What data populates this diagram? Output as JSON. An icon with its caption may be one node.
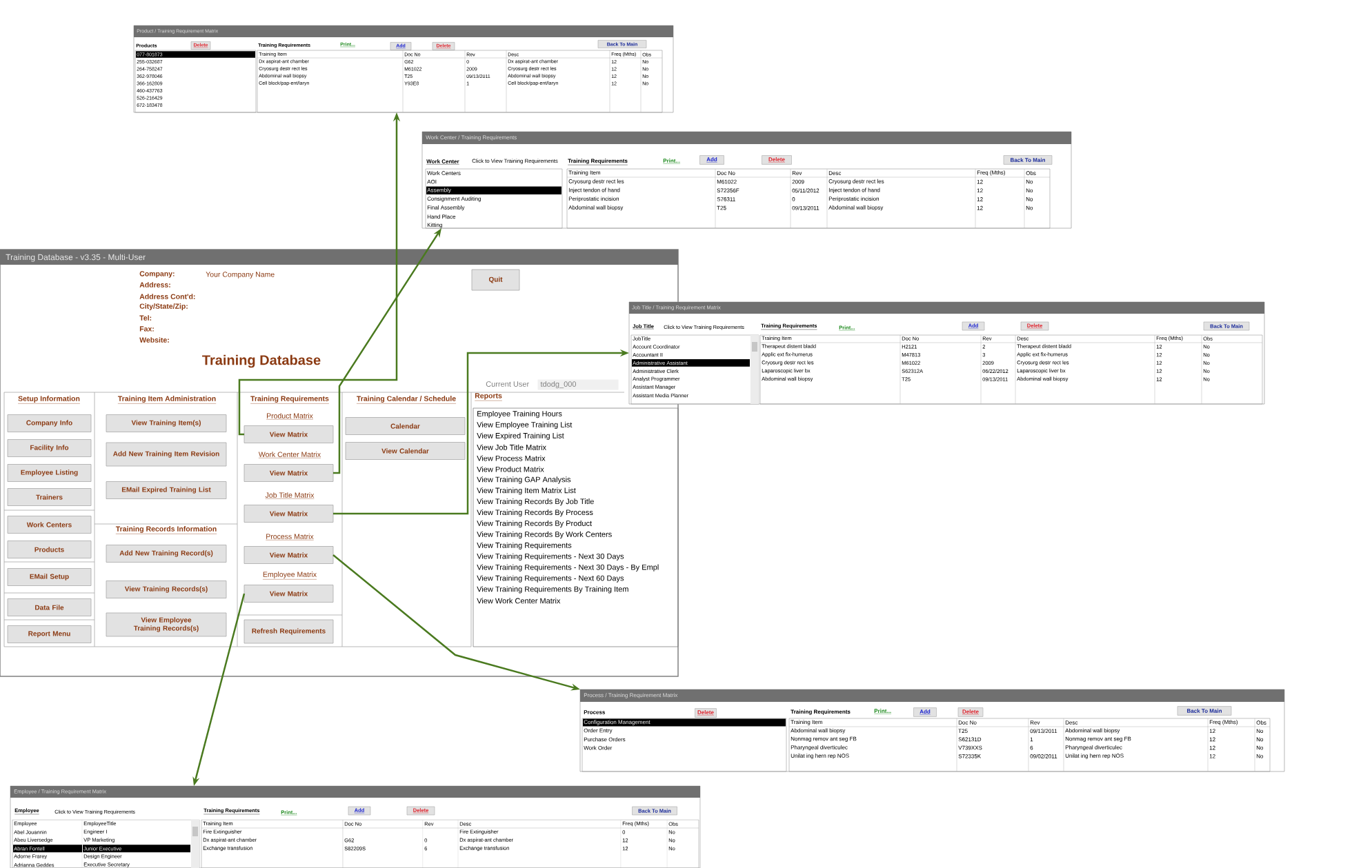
{
  "diagram": {
    "nodes": [
      {
        "text": [
          "Training Database - v3.35 - Multi-User"
        ]
      },
      {
        "text": [
          "Quit"
        ],
        "in": 0
      },
      {
        "text": [
          "Company Info"
        ],
        "in": 0
      },
      {
        "text": [
          "Facility Info"
        ],
        "in": 0
      },
      {
        "text": [
          "Employee Listing"
        ],
        "in": 0
      },
      {
        "text": [
          "Trainers"
        ],
        "in": 0
      },
      {
        "text": [
          "Work Centers"
        ],
        "in": 0
      },
      {
        "text": [
          "Products"
        ],
        "in": 0
      },
      {
        "text": [
          "EMail Setup"
        ],
        "in": 0
      },
      {
        "text": [
          "Data File"
        ],
        "in": 0
      },
      {
        "text": [
          "Report Menu"
        ],
        "in": 0
      },
      {
        "text": [
          "View Training Item(s)"
        ],
        "in": 0
      },
      {
        "text": [
          "Add New Training Item Revision"
        ],
        "in": 0
      },
      {
        "text": [
          "EMail Expired Training List"
        ],
        "in": 0
      },
      {
        "text": [
          "Add New Training Record(s)"
        ],
        "in": 0
      },
      {
        "text": [
          "View Training Records(s)"
        ],
        "in": 0
      },
      {
        "text": [
          "View Employee Training Records(s)"
        ],
        "in": 0
      },
      {
        "text": [
          "View Matrix"
        ],
        "in": 0
      },
      {
        "text": [
          "View Matrix"
        ],
        "in": 0
      },
      {
        "text": [
          "View Matrix"
        ],
        "in": 0
      },
      {
        "text": [
          "View Matrix"
        ],
        "in": 0
      },
      {
        "text": [
          "View Matrix"
        ],
        "in": 0
      },
      {
        "text": [
          "Refresh Requirements"
        ],
        "in": 0
      },
      {
        "text": [
          "Calendar"
        ],
        "in": 0
      },
      {
        "text": [
          "View Calendar"
        ],
        "in": 0
      },
      {
        "text": [
          "tdodg_000"
        ],
        "in": 0
      },
      {
        "text": [
          "Employee Training Hours",
          "View Employee Training List",
          "View Expired Training List",
          "View Job Title Matrix",
          "View Process Matrix",
          "View Product Matrix",
          "View Training GAP Analysis",
          "View Training Item Matrix List",
          "View Training Records By Job Title",
          "View Training Records By Process",
          "View Training Records By Product",
          "View Training Records By Work Centers",
          "View Training Requirements",
          "View Training Requirements - Next 30 Days",
          "View Training Requirements - Next 30 Days - By Empl",
          "View Training Requirements - Next 60 Days",
          "View Training Requirements By Training Item",
          "View Work Center Matrix"
        ],
        "in": 0
      },
      {
        "text": [
          "Product / Training Requirement Matrix",
          "Products",
          "Delete",
          "Training Requirements",
          "Print...",
          "Add",
          "Delete",
          "Back To Main",
          "077-801873",
          "255-032687",
          "264-758247",
          "362-978046",
          "366-162809",
          "460-437763",
          "526-216429",
          "672-183478",
          "Training Item",
          "Doc No",
          "Rev",
          "Desc",
          "Freq (Mths)",
          "Obs",
          "Dx aspirat-ant chamber",
          "G62",
          "0",
          "Dx aspirat-ant chamber",
          "12",
          "No",
          "Cryosurg destr rect les",
          "M61022",
          "2009",
          "Cryosurg destr rect les",
          "12",
          "No",
          "Abdominal wall biopsy",
          "T25",
          "09/13/2011",
          "Abdominal wall biopsy",
          "12",
          "No",
          "Cell block/pap-ent/laryn",
          "Y93E8",
          "1",
          "Cell block/pap-ent/laryn",
          "12",
          "No"
        ]
      },
      {
        "text": [
          "Work Center / Training Requirements",
          "Work Center",
          "Click to View Training Requirements",
          "Training Requirements",
          "Print...",
          "Add",
          "Delete",
          "Back To Main",
          "Work Centers",
          "AOI",
          "Assembly",
          "Consignment Auditing",
          "Final Assembly",
          "Hand Place",
          "Kitting",
          "Training Item",
          "Doc No",
          "Rev",
          "Desc",
          "Freq (Mths)",
          "Obs",
          "Cryosurg destr rect les",
          "M61022",
          "2009",
          "Cryosurg destr rect les",
          "12",
          "No",
          "Inject tendon of hand",
          "S72356F",
          "05/11/2012",
          "Inject tendon of hand",
          "12",
          "No",
          "Periprostatic incision",
          "S76311",
          "0",
          "Periprostatic incision",
          "12",
          "No",
          "Abdominal wall biopsy",
          "T25",
          "09/13/2011",
          "Abdominal wall biopsy",
          "12",
          "No"
        ]
      },
      {
        "text": [
          "Job Title / Training Requirement Matrix",
          "Job Title",
          "Click to View Training Requirements",
          "Training Requirements",
          "Print...",
          "Add",
          "Delete",
          "Back To Main",
          "JobTitle",
          "Account Coordinator",
          "Accountant II",
          "Administrative Assistant",
          "Administrative Clerk",
          "Analyst Programmer",
          "Assistant Manager",
          "Assistant Media Planner",
          "Training Item",
          "Doc No",
          "Rev",
          "Desc",
          "Freq (Mths)",
          "Obs",
          "Therapeut distent bladd",
          "H2121",
          "2",
          "Therapeut distent bladd",
          "12",
          "No",
          "Applic ext fix-humerus",
          "M47813",
          "3",
          "Applic ext fix-humerus",
          "12",
          "No",
          "Cryosurg destr rect les",
          "M61022",
          "2009",
          "Cryosurg destr rect les",
          "12",
          "No",
          "Laparoscopic liver bx",
          "S62312A",
          "06/22/2012",
          "Laparoscopic liver bx",
          "12",
          "No",
          "Abdominal wall biopsy",
          "T25",
          "09/13/2011",
          "Abdominal wall biopsy",
          "12",
          "No"
        ]
      },
      {
        "text": [
          "Process / Training Requirement Matrix",
          "Process",
          "Delete",
          "Training Requirements",
          "Print...",
          "Add",
          "Delete",
          "Back To Main",
          "Configuration Management",
          "Order Entry",
          "Purchase Orders",
          "Work Order",
          "Training Item",
          "Doc No",
          "Rev",
          "Desc",
          "Freq (Mths)",
          "Obs",
          "Abdominal wall biopsy",
          "T25",
          "09/13/2011",
          "Abdominal wall biopsy",
          "12",
          "No",
          "Nonmag remov ant seg FB",
          "S62131D",
          "1",
          "Nonmag remov ant seg FB",
          "12",
          "No",
          "Pharyngeal diverticulec",
          "V739XXS",
          "6",
          "Pharyngeal diverticulec",
          "12",
          "No",
          "Unilat ing hern rep NOS",
          "S72335K",
          "09/02/2011",
          "Unilat ing hern rep NOS",
          "12",
          "No"
        ]
      },
      {
        "text": [
          "Employee / Training Requirement Matrix",
          "Employee",
          "Click to View Training Requirements",
          "Training Requirements",
          "Print...",
          "Add",
          "Delete",
          "Back To Main",
          "Employee",
          "EmployeeTitle",
          "Abel Jouannin",
          "Engineer I",
          "Abeu Liversedge",
          "VP Marketing",
          "Abran Fontell",
          "Junior Executive",
          "Adorne Frarey",
          "Design Engineer",
          "Adrianna Geddes",
          "Executive Secretary",
          "Training Item",
          "Doc No",
          "Rev",
          "Desc",
          "Freq (Mths)",
          "Obs",
          "Fire Extinguisher",
          "Fire Extinguisher",
          "0",
          "No",
          "Dx aspirat-ant chamber",
          "G62",
          "0",
          "Dx aspirat-ant chamber",
          "12",
          "No",
          "Exchange transfusion",
          "S82209S",
          "6",
          "Exchange transfusion",
          "12",
          "No"
        ]
      }
    ],
    "edges": [
      {
        "from": 17,
        "to": 27,
        "arrow": "to"
      },
      {
        "from": 18,
        "to": 28,
        "arrow": "to"
      },
      {
        "from": 19,
        "to": 29,
        "arrow": "to"
      },
      {
        "from": 20,
        "to": 30,
        "arrow": "to"
      },
      {
        "from": 21,
        "to": 31,
        "arrow": "to"
      }
    ],
    "labels": [
      "Company:",
      "Address:",
      "Address Cont'd:",
      "City/State/Zip:",
      "Tel:",
      "Fax:",
      "Website:",
      "Your Company Name",
      "Training Database",
      "Current User",
      "Setup Information",
      "Training Item Administration",
      "Training Requirements",
      "Training Calendar / Schedule",
      "Reports",
      "Product Matrix",
      "Work Center Matrix",
      "Job Title Matrix",
      "Process Matrix",
      "Employee Matrix",
      "Training Records Information"
    ]
  }
}
